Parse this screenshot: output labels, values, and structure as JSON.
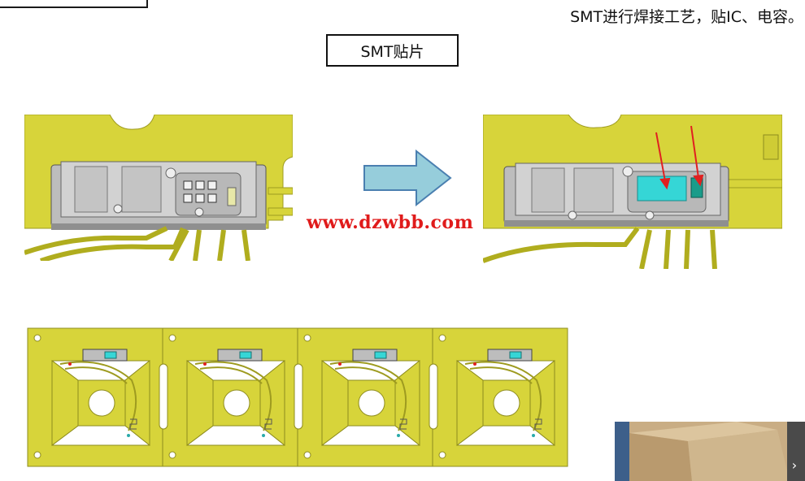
{
  "header": {
    "heading": "SMT进行焊接工艺，贴IC、电容。",
    "step_label": "SMT贴片"
  },
  "watermark": "www.dzwbb.com",
  "colors": {
    "fpc_yellow": "#d7d43a",
    "trace_yellow": "#c9c52a",
    "housing_grey": "#bfbfbf",
    "arrow_fill": "#96cddb",
    "arrow_stroke": "#4a7fb0",
    "ic_cyan": "#35d6d6",
    "marker_red": "#e02020"
  },
  "icons": {
    "process_arrow": "right-arrow-icon",
    "photo_next": "chevron-right-icon"
  },
  "photo_next_glyph": "›"
}
